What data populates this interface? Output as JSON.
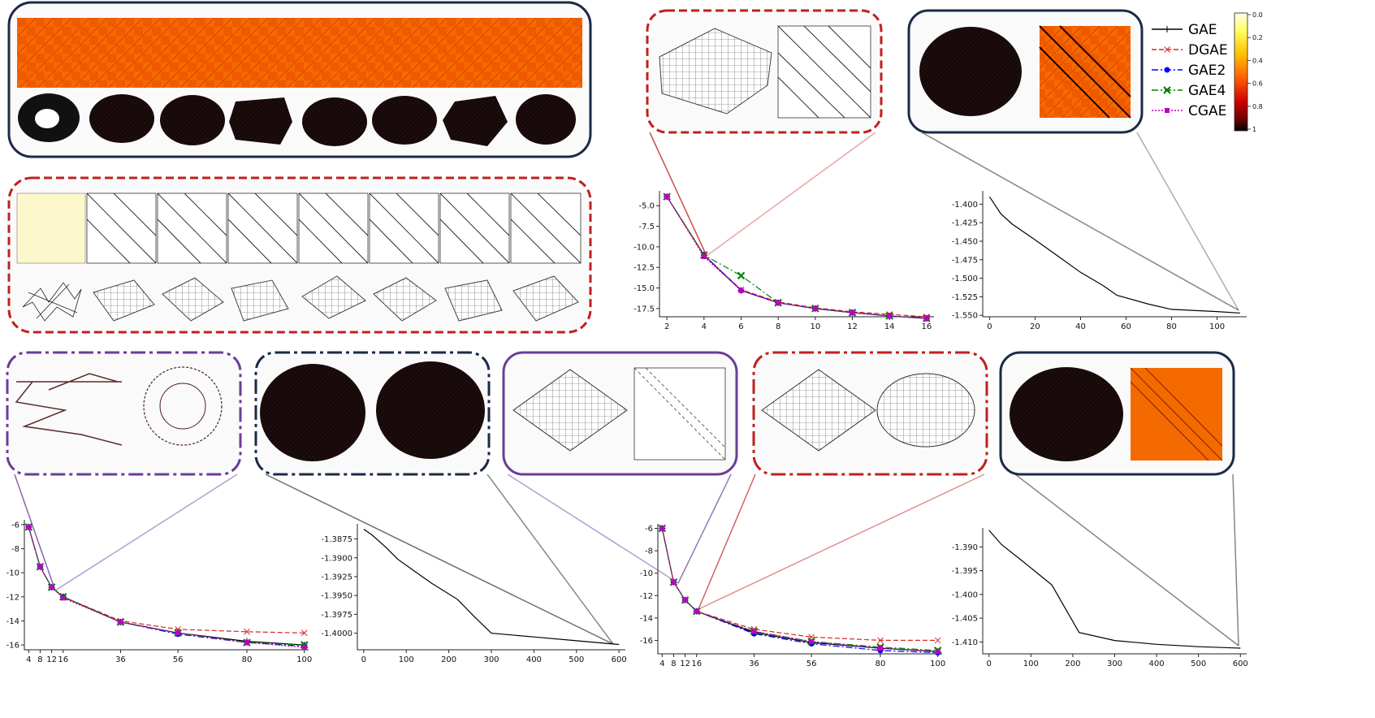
{
  "legend": {
    "entries": [
      {
        "name": "GAE",
        "color": "#000000",
        "marker": "plus",
        "dash": "solid"
      },
      {
        "name": "DGAE",
        "color": "#d62728",
        "marker": "x",
        "dash": "dashed"
      },
      {
        "name": "GAE2",
        "color": "#0000ff",
        "marker": "circle",
        "dash": "dashdot"
      },
      {
        "name": "GAE4",
        "color": "#008000",
        "marker": "x-bold",
        "dash": "dashdot"
      },
      {
        "name": "CGAE",
        "color": "#bf00bf",
        "marker": "square",
        "dash": "dotted"
      }
    ]
  },
  "colorbar": {
    "colormap": "hot",
    "ticks": [
      "0.0",
      "0.2",
      "0.4",
      "0.6",
      "0.8",
      "1"
    ]
  },
  "colors": {
    "navy": "#1b2a47",
    "red": "#c0201f",
    "purple": "#6a3d9a",
    "matrix_orange": "#f56a00",
    "matrix_pale": "#fdf7cc"
  },
  "insets": [
    {
      "id": "top-left-inset",
      "border": "navy",
      "style": "solid"
    },
    {
      "id": "mid-left-inset",
      "border": "red",
      "style": "dashed"
    },
    {
      "id": "top-center-inset",
      "border": "red",
      "style": "dashed"
    },
    {
      "id": "top-right-inset",
      "border": "navy",
      "style": "solid"
    },
    {
      "id": "bottom-inset-1",
      "border": "purple",
      "style": "dashdot"
    },
    {
      "id": "bottom-inset-2",
      "border": "navy",
      "style": "dashdot"
    },
    {
      "id": "bottom-inset-3",
      "border": "purple",
      "style": "solid"
    },
    {
      "id": "bottom-inset-4",
      "border": "red",
      "style": "dashdot"
    },
    {
      "id": "bottom-inset-5",
      "border": "navy",
      "style": "solid"
    }
  ],
  "chart_data": [
    {
      "id": "chart-top-middle",
      "type": "line",
      "xticks": [
        "2",
        "4",
        "6",
        "8",
        "10",
        "12",
        "14",
        "16"
      ],
      "yticks": [
        "-5.0",
        "-7.5",
        "-10.0",
        "-12.5",
        "-15.0",
        "-17.5"
      ],
      "xlim": [
        1.6,
        16.4
      ],
      "ylim": [
        -18.5,
        -3.2
      ],
      "series": [
        {
          "name": "GAE",
          "x": [
            2,
            4,
            6,
            8,
            10,
            12,
            14,
            16
          ],
          "y": [
            -3.9,
            -11.0,
            -15.3,
            -16.8,
            -17.5,
            -18.0,
            -18.4,
            -18.7
          ]
        },
        {
          "name": "DGAE",
          "x": [
            2,
            4,
            6,
            8,
            10,
            12,
            14,
            16
          ],
          "y": [
            -3.9,
            -11.0,
            -15.2,
            -16.7,
            -17.4,
            -17.9,
            -18.2,
            -18.5
          ]
        },
        {
          "name": "GAE2",
          "x": [
            2,
            4,
            6,
            8,
            10,
            12,
            14,
            16
          ],
          "y": [
            -3.9,
            -11.0,
            -15.3,
            -16.8,
            -17.5,
            -18.0,
            -18.4,
            -18.7
          ]
        },
        {
          "name": "GAE4",
          "x": [
            2,
            4,
            6,
            8,
            10,
            12,
            14,
            16
          ],
          "y": [
            -3.9,
            -11.0,
            -13.5,
            -16.8,
            -17.5,
            -18.0,
            -18.4,
            -18.7
          ]
        },
        {
          "name": "CGAE",
          "x": [
            2,
            4,
            6,
            8,
            10,
            12,
            14,
            16
          ],
          "y": [
            -3.9,
            -11.2,
            -15.3,
            -16.8,
            -17.5,
            -18.0,
            -18.4,
            -18.7
          ]
        }
      ]
    },
    {
      "id": "chart-top-right",
      "type": "line",
      "xticks": [
        "0",
        "20",
        "40",
        "60",
        "80",
        "100"
      ],
      "yticks": [
        "-1.400",
        "-1.425",
        "-1.450",
        "-1.475",
        "-1.500",
        "-1.525",
        "-1.550"
      ],
      "xlim": [
        -3,
        113
      ],
      "ylim": [
        -1.552,
        -1.382
      ],
      "series": [
        {
          "name": "GAE",
          "x": [
            0,
            5,
            10,
            20,
            30,
            40,
            50,
            56,
            70,
            80,
            100,
            110
          ],
          "y": [
            -1.39,
            -1.413,
            -1.427,
            -1.448,
            -1.47,
            -1.492,
            -1.51,
            -1.523,
            -1.535,
            -1.542,
            -1.545,
            -1.547
          ]
        }
      ]
    },
    {
      "id": "chart-bottom-1",
      "type": "line",
      "xticks": [
        "4",
        "8",
        "12",
        "16",
        "36",
        "56",
        "80",
        "100"
      ],
      "yticks": [
        "-6",
        "-8",
        "-10",
        "-12",
        "-14",
        "-16"
      ],
      "xlim": [
        2.5,
        101.5
      ],
      "ylim": [
        -16.4,
        -5.6
      ],
      "series": [
        {
          "name": "GAE",
          "x": [
            4,
            8,
            12,
            16,
            36,
            56,
            80,
            100
          ],
          "y": [
            -6.2,
            -9.5,
            -11.2,
            -12.0,
            -14.1,
            -15.0,
            -15.7,
            -16.0
          ]
        },
        {
          "name": "DGAE",
          "x": [
            4,
            8,
            12,
            16,
            36,
            56,
            80,
            100
          ],
          "y": [
            -6.2,
            -9.5,
            -11.2,
            -12.0,
            -14.0,
            -14.7,
            -14.9,
            -15.0
          ]
        },
        {
          "name": "GAE2",
          "x": [
            4,
            8,
            12,
            16,
            36,
            56,
            80,
            100
          ],
          "y": [
            -6.2,
            -9.5,
            -11.2,
            -12.0,
            -14.1,
            -15.1,
            -15.8,
            -16.1
          ]
        },
        {
          "name": "GAE4",
          "x": [
            4,
            8,
            12,
            16,
            36,
            56,
            80,
            100
          ],
          "y": [
            -6.2,
            -9.5,
            -11.2,
            -12.0,
            -14.1,
            -15.0,
            -15.8,
            -16.0
          ]
        },
        {
          "name": "CGAE",
          "x": [
            4,
            8,
            12,
            16,
            36,
            56,
            80,
            100
          ],
          "y": [
            -6.2,
            -9.5,
            -11.2,
            -12.1,
            -14.1,
            -15.0,
            -15.8,
            -16.2
          ]
        }
      ]
    },
    {
      "id": "chart-bottom-2",
      "type": "line",
      "xticks": [
        "0",
        "100",
        "200",
        "300",
        "400",
        "500",
        "600"
      ],
      "yticks": [
        "-1.3875",
        "-1.3900",
        "-1.3925",
        "-1.3950",
        "-1.3975",
        "-1.4000"
      ],
      "xlim": [
        -15,
        615
      ],
      "ylim": [
        -1.4022,
        -1.3855
      ],
      "series": [
        {
          "name": "GAE",
          "x": [
            0,
            20,
            50,
            80,
            120,
            160,
            220,
            260,
            300,
            400,
            500,
            600
          ],
          "y": [
            -1.3862,
            -1.387,
            -1.3885,
            -1.3902,
            -1.3918,
            -1.3934,
            -1.3955,
            -1.3978,
            -1.4,
            -1.4005,
            -1.401,
            -1.4015
          ]
        }
      ]
    },
    {
      "id": "chart-bottom-3",
      "type": "line",
      "xticks": [
        "4",
        "8",
        "12",
        "16",
        "36",
        "56",
        "80",
        "100"
      ],
      "yticks": [
        "-6",
        "-8",
        "-10",
        "-12",
        "-14",
        "-16"
      ],
      "xlim": [
        2.5,
        101.5
      ],
      "ylim": [
        -17.2,
        -5.6
      ],
      "series": [
        {
          "name": "GAE",
          "x": [
            4,
            8,
            12,
            16,
            36,
            56,
            80,
            100
          ],
          "y": [
            -6.0,
            -10.8,
            -12.4,
            -13.4,
            -15.3,
            -16.2,
            -16.7,
            -17.0
          ]
        },
        {
          "name": "DGAE",
          "x": [
            4,
            8,
            12,
            16,
            36,
            56,
            80,
            100
          ],
          "y": [
            -6.0,
            -10.8,
            -12.4,
            -13.4,
            -15.0,
            -15.7,
            -16.0,
            -16.0
          ]
        },
        {
          "name": "GAE2",
          "x": [
            4,
            8,
            12,
            16,
            36,
            56,
            80,
            100
          ],
          "y": [
            -6.0,
            -10.8,
            -12.4,
            -13.4,
            -15.4,
            -16.3,
            -16.9,
            -17.1
          ]
        },
        {
          "name": "GAE4",
          "x": [
            4,
            8,
            12,
            16,
            36,
            56,
            80,
            100
          ],
          "y": [
            -6.0,
            -10.8,
            -12.4,
            -13.4,
            -15.2,
            -16.1,
            -16.6,
            -16.9
          ]
        },
        {
          "name": "CGAE",
          "x": [
            4,
            8,
            12,
            16,
            36,
            56,
            80,
            100
          ],
          "y": [
            -6.0,
            -10.8,
            -12.4,
            -13.4,
            -15.2,
            -16.1,
            -16.7,
            -17.0
          ]
        }
      ]
    },
    {
      "id": "chart-bottom-4",
      "type": "line",
      "xticks": [
        "0",
        "100",
        "200",
        "300",
        "400",
        "500",
        "600"
      ],
      "yticks": [
        "-1.390",
        "-1.395",
        "-1.400",
        "-1.405",
        "-1.410"
      ],
      "xlim": [
        -15,
        615
      ],
      "ylim": [
        -1.4125,
        -1.386
      ],
      "series": [
        {
          "name": "GAE",
          "x": [
            0,
            30,
            80,
            150,
            215,
            300,
            400,
            500,
            600
          ],
          "y": [
            -1.3865,
            -1.3895,
            -1.393,
            -1.398,
            -1.408,
            -1.4097,
            -1.4105,
            -1.411,
            -1.4113
          ]
        }
      ]
    }
  ]
}
